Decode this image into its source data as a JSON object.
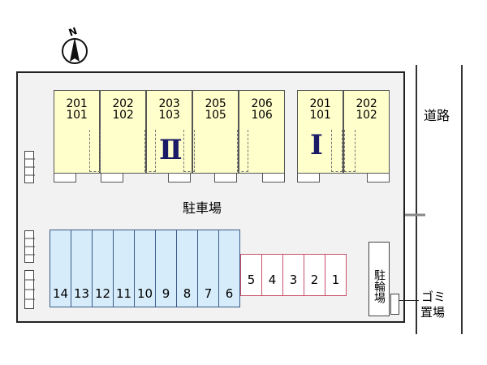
{
  "compass": {
    "letter": "N",
    "icon": "north-arrow-icon"
  },
  "road_label": "道路",
  "parking_label": "駐車場",
  "bike_label": "駐輪場",
  "garbage_label": [
    "ゴミ",
    "置場"
  ],
  "building_ii": {
    "label": "Ⅱ",
    "units": [
      {
        "upper": "201",
        "lower": "101"
      },
      {
        "upper": "202",
        "lower": "102"
      },
      {
        "upper": "203",
        "lower": "103"
      },
      {
        "upper": "205",
        "lower": "105"
      },
      {
        "upper": "206",
        "lower": "106"
      }
    ]
  },
  "building_i": {
    "label": "Ⅰ",
    "units": [
      {
        "upper": "201",
        "lower": "101"
      },
      {
        "upper": "202",
        "lower": "102"
      }
    ]
  },
  "parking_blue": [
    "14",
    "13",
    "12",
    "11",
    "10",
    "9",
    "8",
    "7",
    "6"
  ],
  "parking_pink": [
    "5",
    "4",
    "3",
    "2",
    "1"
  ],
  "colors": {
    "building": "#ffffcc",
    "parking_blue": "#d6ecfa",
    "parking_pink": "#fde4ea",
    "entrance_arrow": "#888888"
  }
}
